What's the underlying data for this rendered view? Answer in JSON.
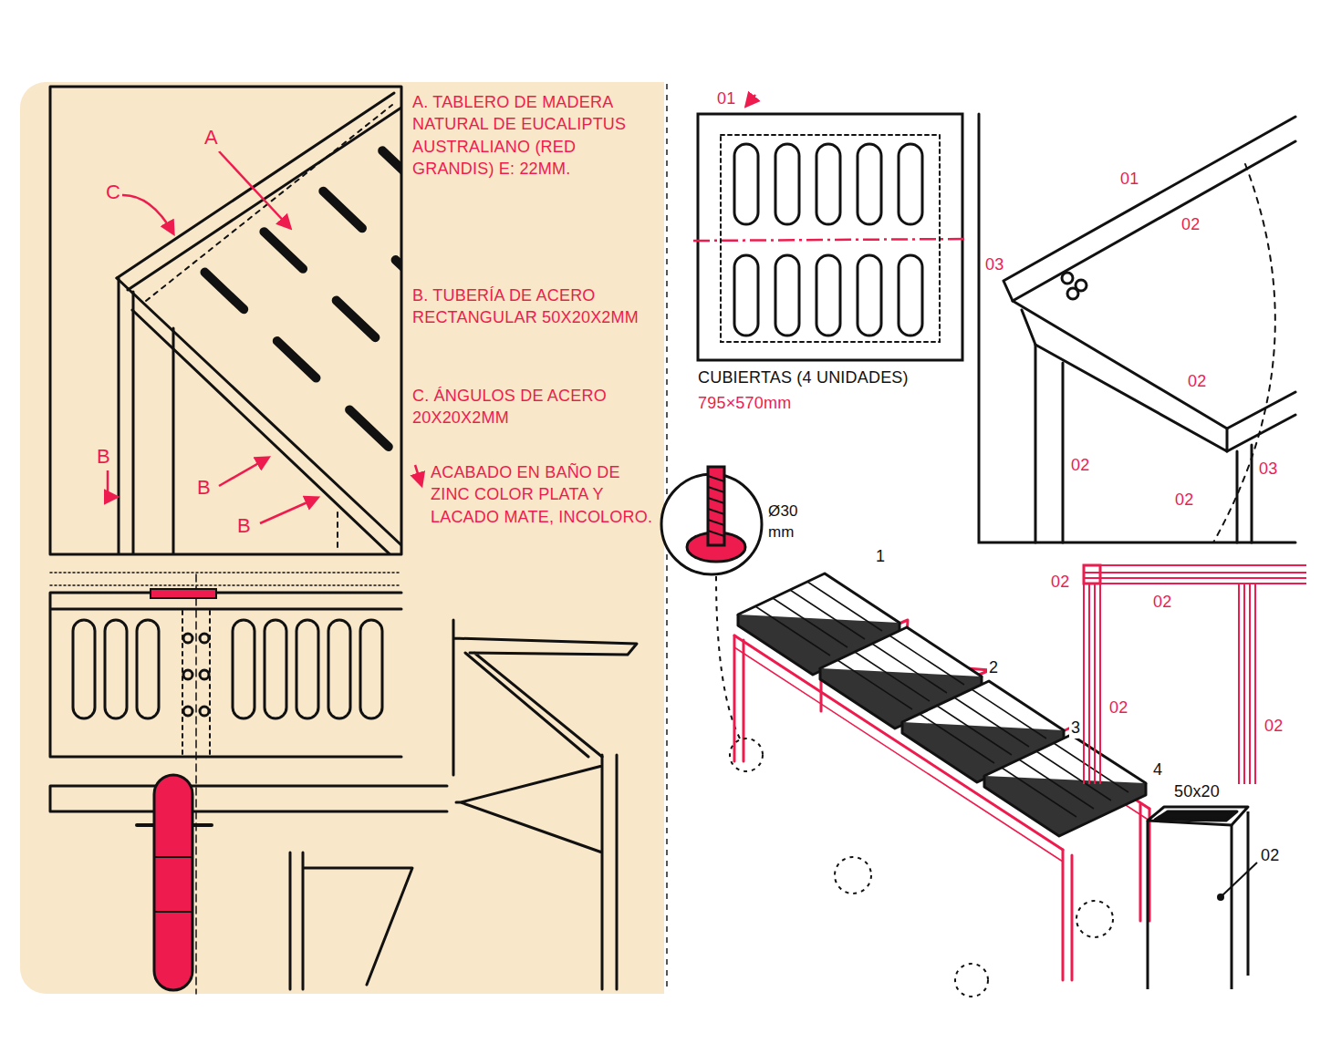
{
  "diagram": {
    "labels": [
      "A. TABLERO DE MADERA NATURAL DE EUCALIPTUS AUSTRALIANO (RED GRANDIS) E: 22MM.",
      "A",
      "C",
      "B. TUBERÍA DE ACERO RECTANGULAR 50X20X2MM",
      "C. ÁNGULOS DE ACERO 20X20X2MM",
      "ACABADO EN BAÑO DE ZINC COLOR PLATA Y LACADO MATE, INCOLORO.",
      "B",
      "B",
      "B",
      "01",
      "CUBIERTAS (4 UNIDADES)",
      "795×570mm",
      "01",
      "02",
      "03",
      "02",
      "02",
      "03",
      "02",
      "Ø30 mm",
      "1",
      "2",
      "3",
      "4",
      "02",
      "02",
      "02",
      "02",
      "50x20",
      "02"
    ]
  }
}
